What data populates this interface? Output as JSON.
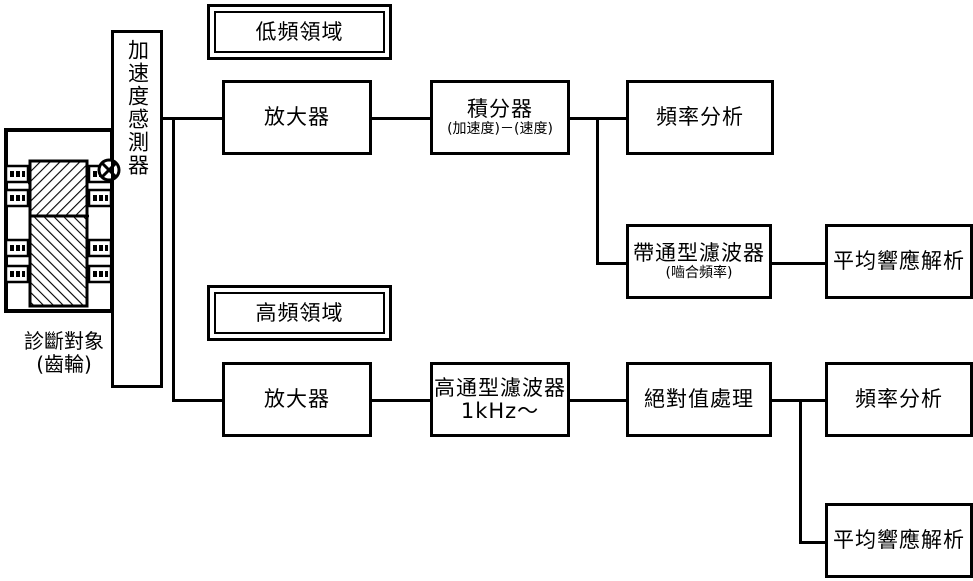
{
  "diagram": {
    "title": "",
    "line_color": "#000000",
    "background": "#ffffff",
    "subject": {
      "label": "診斷對象",
      "sublabel": "(齒輪)",
      "icon": "gearbox-cross-section"
    },
    "sensor": {
      "label": "加速度感測器",
      "symbol_icon": "accelerometer-circle-x-icon"
    },
    "branches": [
      {
        "id": "low-frequency",
        "header": "低頻領域",
        "stages": [
          {
            "id": "amplifier-low",
            "main": "放大器",
            "sub": ""
          },
          {
            "id": "integrator",
            "main": "積分器",
            "sub": "(加速度)－(速度)"
          },
          {
            "id": "freq-analysis-low",
            "main": "頻率分析",
            "sub": ""
          },
          {
            "id": "bandpass-filter",
            "main": "帶通型濾波器",
            "sub": "(嚙合頻率)"
          },
          {
            "id": "avg-response-low",
            "main": "平均響應解析",
            "sub": ""
          }
        ]
      },
      {
        "id": "high-frequency",
        "header": "高頻領域",
        "stages": [
          {
            "id": "amplifier-high",
            "main": "放大器",
            "sub": ""
          },
          {
            "id": "highpass-filter",
            "main": "高通型濾波器",
            "sub": "1kHz～"
          },
          {
            "id": "abs-value",
            "main": "絕對值處理",
            "sub": ""
          },
          {
            "id": "freq-analysis-high",
            "main": "頻率分析",
            "sub": ""
          },
          {
            "id": "avg-response-high",
            "main": "平均響應解析",
            "sub": ""
          }
        ]
      }
    ]
  }
}
